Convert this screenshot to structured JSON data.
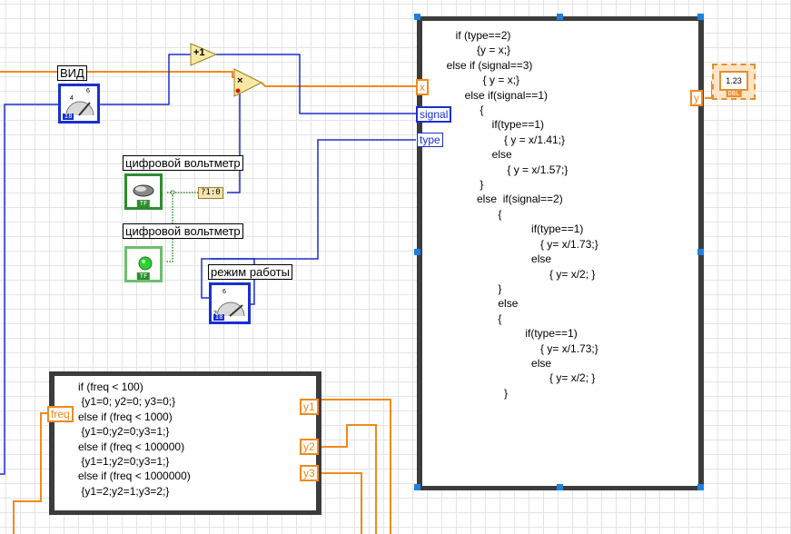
{
  "controls": {
    "vid_label": "ВИД",
    "mode_label": "режим работы",
    "voltmeter1_label": "цифровой вольтметр",
    "voltmeter2_label": "цифровой вольтметр",
    "knob_datatype": "I8",
    "bool_datatype": "TF",
    "dial_low": "4",
    "dial_high": "6",
    "dial_min": "2"
  },
  "nodes": {
    "increment_symbol": "+1",
    "multiply_symbol": "×",
    "bool_to_int": "?1:0"
  },
  "formula_main": {
    "inputs": [
      "x",
      "signal",
      "type"
    ],
    "output": "y",
    "code": [
      "        if (type==2)",
      "               {y = x;}",
      "     else if (signal==3)",
      "                 { y = x;}",
      "           else if(signal==1)",
      "                {",
      "                    if(type==1)",
      "                        { y = x/1.41;}",
      "                    else",
      "                         { y = x/1.57;}",
      "                }",
      "               else  if(signal==2)",
      "                      {",
      "                                 if(type==1)",
      "                                    { y= x/1.73;}",
      "                                 else",
      "                                       { y= x/2; }",
      "                      }",
      "                      else",
      "                      {",
      "                               if(type==1)",
      "                                    { y= x/1.73;}",
      "                                 else",
      "                                       { y= x/2; }",
      "                        }"
    ]
  },
  "formula_freq": {
    "inputs": [
      "freq"
    ],
    "outputs": [
      "y1",
      "y2",
      "y3"
    ],
    "code": [
      "if (freq < 100)",
      " {y1=0; y2=0; y3=0;}",
      "else if (freq < 1000)",
      " {y1=0;y2=0;y3=1;}",
      "else if (freq < 100000)",
      " {y1=1;y2=0;y3=1;}",
      "else if (freq < 1000000)",
      " {y1=2;y2=1;y3=2;}"
    ]
  },
  "indicator": {
    "value": "1.23",
    "datatype": "DBL"
  },
  "colors": {
    "wire_numeric": "#f08a1c",
    "wire_integer": "#1a2fd0",
    "wire_boolean": "#2d8d2d",
    "structure_border": "#3c3c3c",
    "selection_handle": "#1e80e0"
  }
}
